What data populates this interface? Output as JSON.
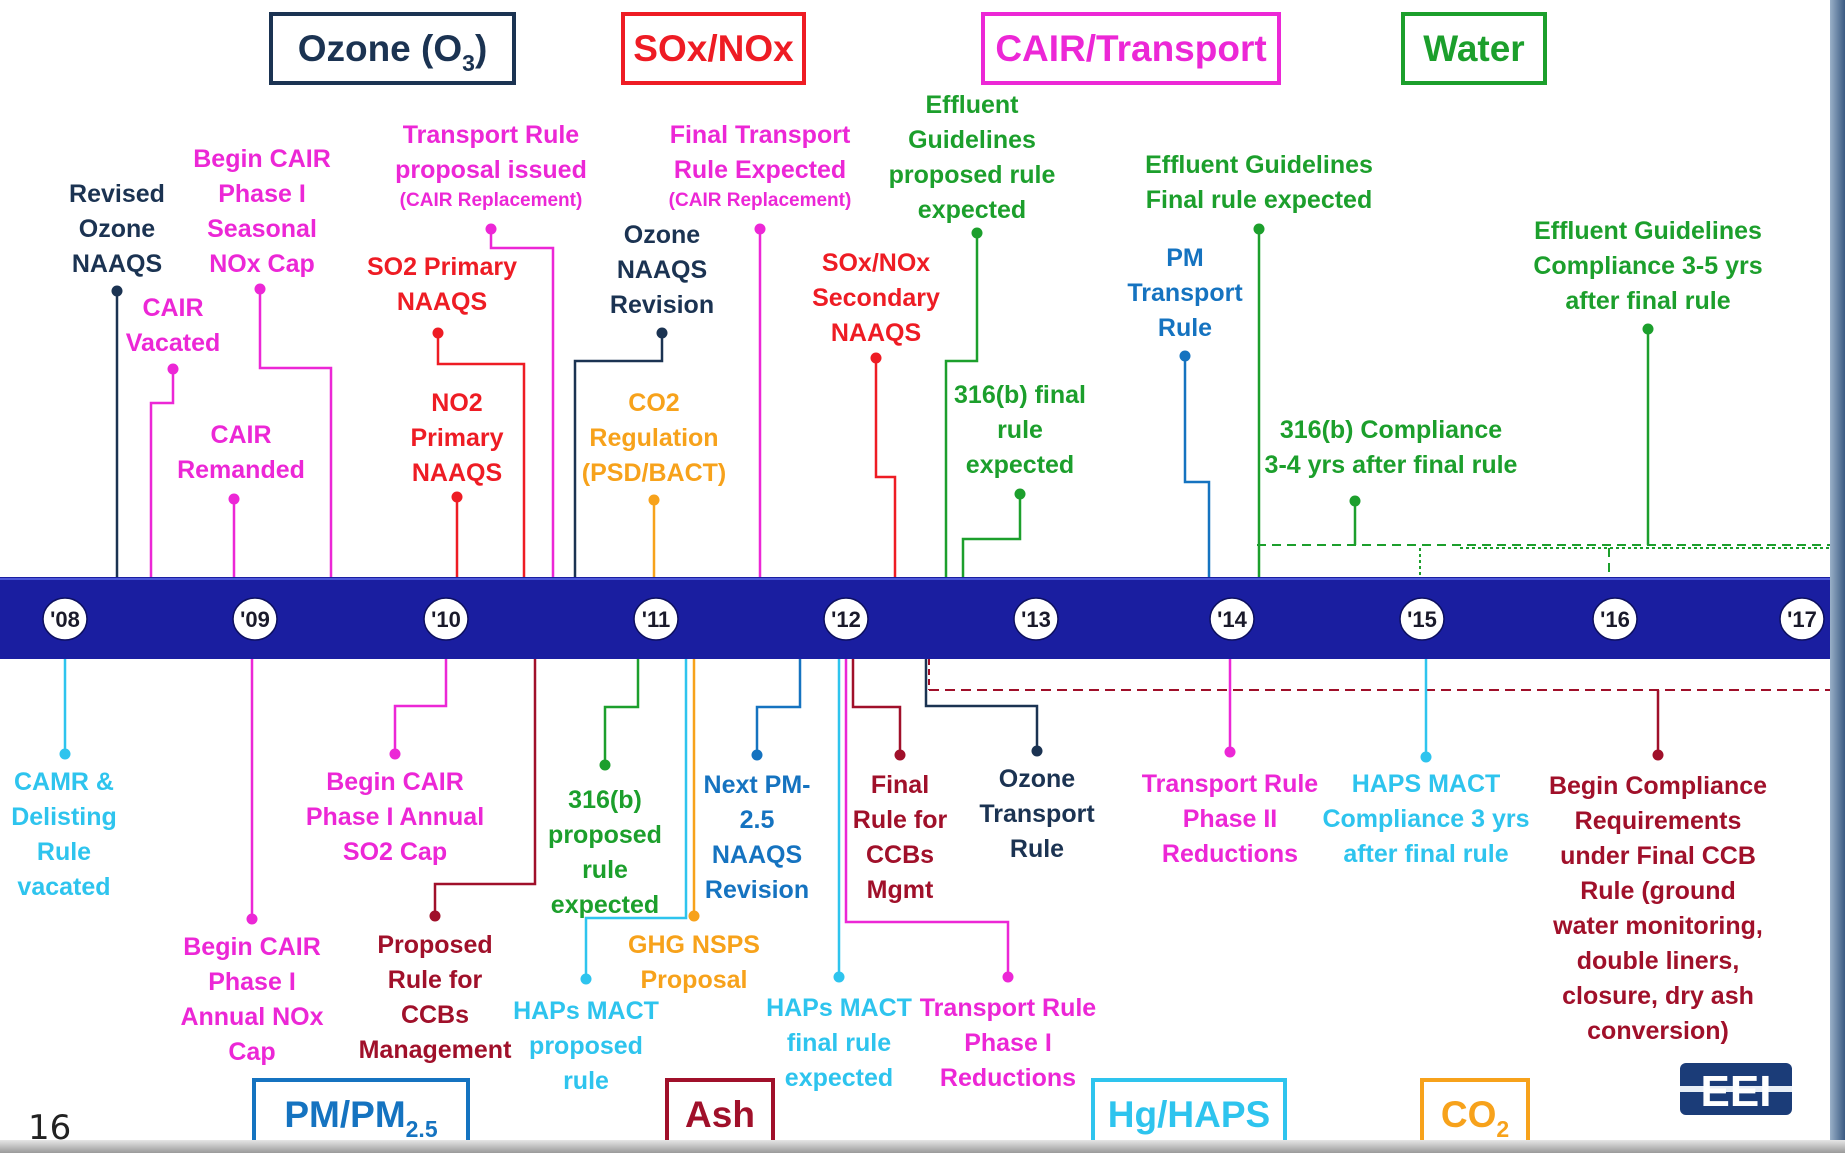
{
  "categories": {
    "ozone": {
      "text": "Ozone (O",
      "sub": "3",
      "after": ")",
      "color": "#1b3352"
    },
    "soxnox": {
      "text": "SOx/NOx",
      "color": "#ee1c24"
    },
    "cair": {
      "text": "CAIR/Transport",
      "color": "#ec27d6"
    },
    "water": {
      "text": "Water",
      "color": "#1c9f2c"
    },
    "pm": {
      "text": "PM/PM",
      "sub": "2.5",
      "color": "#1573c0"
    },
    "ash": {
      "text": "Ash",
      "color": "#a0102a"
    },
    "hg": {
      "text": "Hg/HAPS",
      "color": "#2ec4ee"
    },
    "co2": {
      "text": "CO",
      "sub": "2",
      "color": "#f7a21b"
    }
  },
  "timeline": {
    "years": [
      "'08",
      "'09",
      "'10",
      "'11",
      "'12",
      "'13",
      "'14",
      "'15",
      "'16",
      "'17"
    ],
    "bar_color": "#1a1ea0"
  },
  "events_above": [
    {
      "id": "revised-ozone",
      "text": "Revised\nOzone\nNAAQS",
      "color": "#1b3352"
    },
    {
      "id": "cair-vacated",
      "text": "CAIR\nVacated",
      "color": "#ec27d6"
    },
    {
      "id": "begin-cair-seasonal",
      "text": "Begin CAIR\nPhase I\nSeasonal\nNOx Cap",
      "color": "#ec27d6"
    },
    {
      "id": "cair-remanded",
      "text": "CAIR\nRemanded",
      "color": "#ec27d6"
    },
    {
      "id": "transport-proposal",
      "text": "Transport Rule\nproposal issued",
      "small": "(CAIR Replacement)",
      "color": "#ec27d6"
    },
    {
      "id": "so2-primary",
      "text": "SO2 Primary\nNAAQS",
      "color": "#ee1c24"
    },
    {
      "id": "no2-primary",
      "text": "NO2\nPrimary\nNAAQS",
      "color": "#ee1c24"
    },
    {
      "id": "ozone-revision",
      "text": "Ozone\nNAAQS\nRevision",
      "color": "#1b3352"
    },
    {
      "id": "co2-regulation",
      "text": "CO2\nRegulation\n(PSD/BACT)",
      "color": "#f7a21b"
    },
    {
      "id": "final-transport",
      "text": "Final Transport\nRule Expected",
      "small": "(CAIR Replacement)",
      "color": "#ec27d6"
    },
    {
      "id": "soxnox-secondary",
      "text": "SOx/NOx\nSecondary\nNAAQS",
      "color": "#ee1c24"
    },
    {
      "id": "effluent-proposed",
      "text": "Effluent\nGuidelines\nproposed rule\nexpected",
      "color": "#1c9f2c"
    },
    {
      "id": "316b-final",
      "text": "316(b) final\nrule\nexpected",
      "color": "#1c9f2c"
    },
    {
      "id": "pm-transport",
      "text": "PM\nTransport\nRule",
      "color": "#1573c0"
    },
    {
      "id": "effluent-final",
      "text": "Effluent Guidelines\nFinal rule expected",
      "color": "#1c9f2c"
    },
    {
      "id": "316b-compliance",
      "text": "316(b) Compliance\n3-4 yrs after final rule",
      "color": "#1c9f2c"
    },
    {
      "id": "effluent-compliance",
      "text": "Effluent Guidelines\nCompliance 3-5 yrs\nafter final rule",
      "color": "#1c9f2c"
    }
  ],
  "events_below": [
    {
      "id": "camr",
      "text": "CAMR &\nDelisting\nRule\nvacated",
      "color": "#2ec4ee"
    },
    {
      "id": "begin-cair-annual-nox",
      "text": "Begin CAIR\nPhase I\nAnnual NOx\nCap",
      "color": "#ec27d6"
    },
    {
      "id": "begin-cair-annual-so2",
      "text": "Begin CAIR\nPhase I Annual\nSO2 Cap",
      "color": "#ec27d6"
    },
    {
      "id": "proposed-ccb",
      "text": "Proposed\nRule for\nCCBs\nManagement",
      "color": "#a0102a"
    },
    {
      "id": "316b-proposed",
      "text": "316(b)\nproposed\nrule\nexpected",
      "color": "#1c9f2c"
    },
    {
      "id": "haps-mact-proposed",
      "text": "HAPs MACT\nproposed\nrule",
      "color": "#2ec4ee"
    },
    {
      "id": "ghg-nsps",
      "text": "GHG NSPS\nProposal",
      "color": "#f7a21b"
    },
    {
      "id": "next-pm25",
      "text": "Next PM-\n2.5\nNAAQS\nRevision",
      "color": "#1573c0"
    },
    {
      "id": "haps-mact-final",
      "text": "HAPs MACT\nfinal rule\nexpected",
      "color": "#2ec4ee"
    },
    {
      "id": "final-ccb",
      "text": "Final\nRule for\nCCBs\nMgmt",
      "color": "#a0102a"
    },
    {
      "id": "transport-phase1",
      "text": "Transport Rule\nPhase I\nReductions",
      "color": "#ec27d6"
    },
    {
      "id": "ozone-transport",
      "text": "Ozone\nTransport\nRule",
      "color": "#1b3352"
    },
    {
      "id": "transport-phase2",
      "text": "Transport Rule\nPhase II\nReductions",
      "color": "#ec27d6"
    },
    {
      "id": "haps-compliance",
      "text": "HAPS MACT\nCompliance 3 yrs\nafter final rule",
      "color": "#2ec4ee"
    },
    {
      "id": "ccb-compliance",
      "text": "Begin Compliance\nRequirements\nunder Final CCB\nRule (ground\nwater monitoring,\ndouble liners,\nclosure, dry ash\nconversion)",
      "color": "#a0102a"
    }
  ],
  "footer": {
    "page_number": "16",
    "logo_text": "EEI",
    "logo_color": "#1b3c78"
  }
}
